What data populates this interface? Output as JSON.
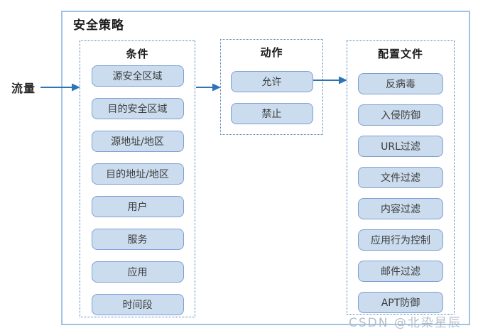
{
  "page": {
    "title": "安全策略",
    "traffic_label": "流量",
    "watermark": "CSDN @北染星辰"
  },
  "columns": [
    {
      "header": "条件",
      "items": [
        "源安全区域",
        "目的安全区域",
        "源地址/地区",
        "目的地址/地区",
        "用户",
        "服务",
        "应用",
        "时间段"
      ]
    },
    {
      "header": "动作",
      "items": [
        "允许",
        "禁止"
      ]
    },
    {
      "header": "配置文件",
      "items": [
        "反病毒",
        "入侵防御",
        "URL过滤",
        "文件过滤",
        "内容过滤",
        "应用行为控制",
        "邮件过滤",
        "APT防御"
      ]
    }
  ],
  "colors": {
    "arrow": "#2e75b6",
    "outer_border": "#9dc3e6",
    "dashed_border": "#4a7ebb",
    "item_fill": "#cadcee",
    "item_border": "#7f9fd4",
    "item_text": "#3d3d3d",
    "watermark_text": "#a9b3c2"
  }
}
